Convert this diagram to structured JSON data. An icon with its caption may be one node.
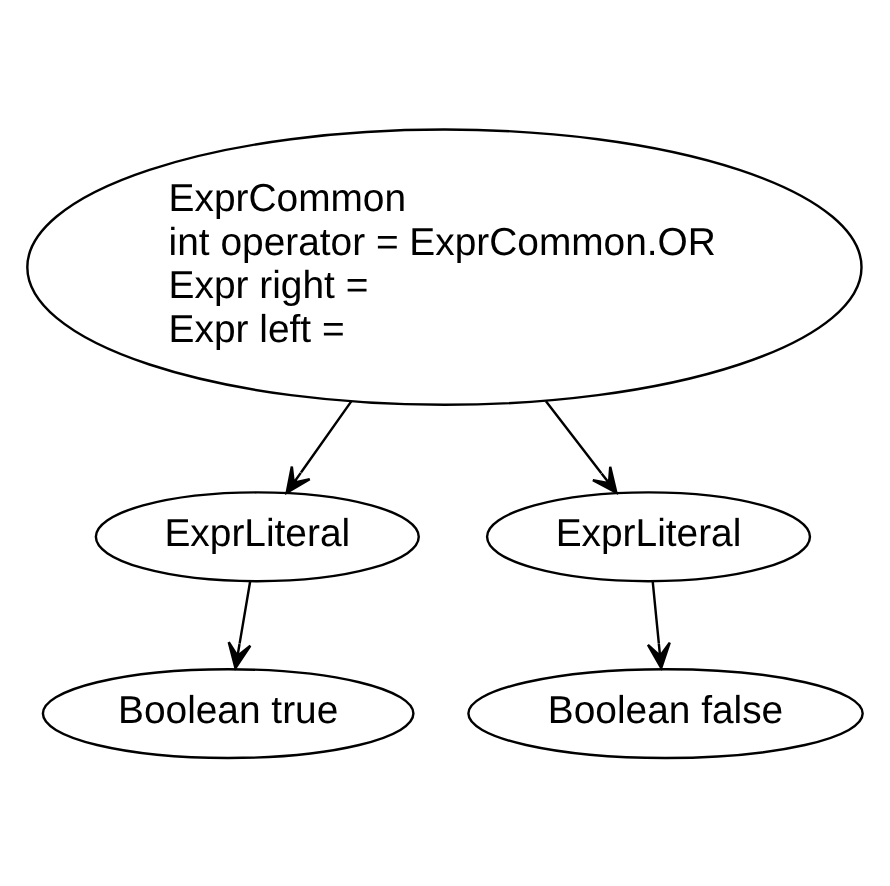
{
  "diagram": {
    "nodes": [
      {
        "text": [
          "ExprCommon",
          "int operator = ExprCommon.OR",
          "Expr right =",
          "Expr left ="
        ]
      },
      {
        "text": [
          "ExprLiteral"
        ]
      },
      {
        "text": [
          "ExprLiteral"
        ]
      },
      {
        "text": [
          "Boolean true"
        ]
      },
      {
        "text": [
          "Boolean false"
        ]
      }
    ],
    "edges": [
      {
        "from": 0,
        "to": 2,
        "arrow": "to"
      },
      {
        "from": 0,
        "to": 1,
        "arrow": "to"
      },
      {
        "from": 1,
        "to": 3,
        "arrow": "to"
      },
      {
        "from": 2,
        "to": 4,
        "arrow": "to"
      }
    ]
  }
}
